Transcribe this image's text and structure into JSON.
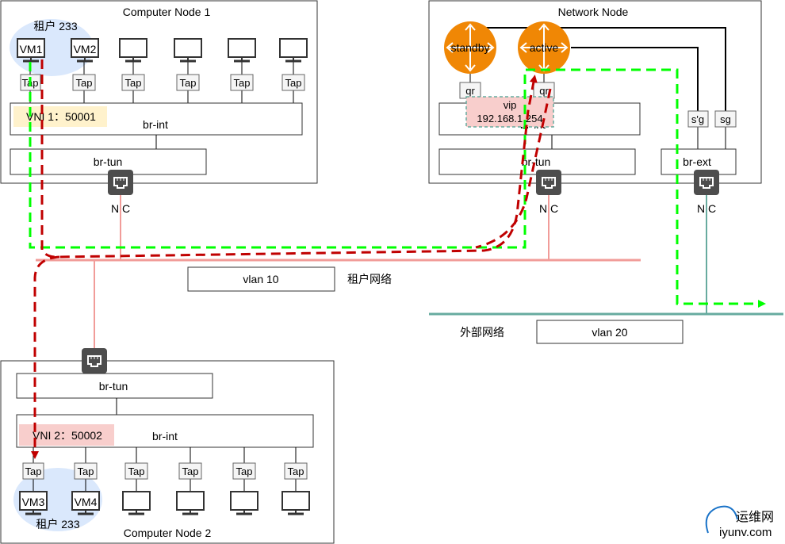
{
  "node1": {
    "title": "Computer Node 1",
    "tenant_label": "租户 233",
    "vm_labels": [
      "VM1",
      "VM2"
    ],
    "tap_label": "Tap",
    "vni_label": "VNI 1：50001",
    "br_int_label": "br-int",
    "br_tun_label": "br-tun",
    "nic_label": "NIC"
  },
  "node2": {
    "title": "Computer Node 2",
    "tenant_label": "租户 233",
    "vm_labels": [
      "VM3",
      "VM4"
    ],
    "tap_label": "Tap",
    "vni_label": "VNI 2：50002",
    "br_int_label": "br-int",
    "br_tun_label": "br-tun"
  },
  "network_node": {
    "title": "Network Node",
    "router_standby": "standby",
    "router_active": "active",
    "qr_label": "qr",
    "vip_label": "vip",
    "vip_address": "192.168.1.254",
    "br_int_label": "br-int",
    "br_tun_label": "br-tun",
    "br_ext_label": "br-ext",
    "sg_labels": [
      "s'g",
      "sg"
    ],
    "nic_label": "NIC"
  },
  "networks": {
    "tenant_vlan": "vlan 10",
    "tenant_network_label": "租户网络",
    "external_vlan": "vlan 20",
    "external_network_label": "外部网络"
  },
  "watermark": {
    "cn": "运维网",
    "en": "iyunv.com"
  },
  "colors": {
    "tenant_highlight": "#dae8fc",
    "vni1_fill": "#fff2cc",
    "vni2_fill": "#f8cecc",
    "router_fill": "#f08705",
    "tenant_line": "#f19c99",
    "external_line": "#67ab9f",
    "green_path": "#00ff00",
    "red_path": "#c00000",
    "nic_fill": "#4d4d4d"
  }
}
